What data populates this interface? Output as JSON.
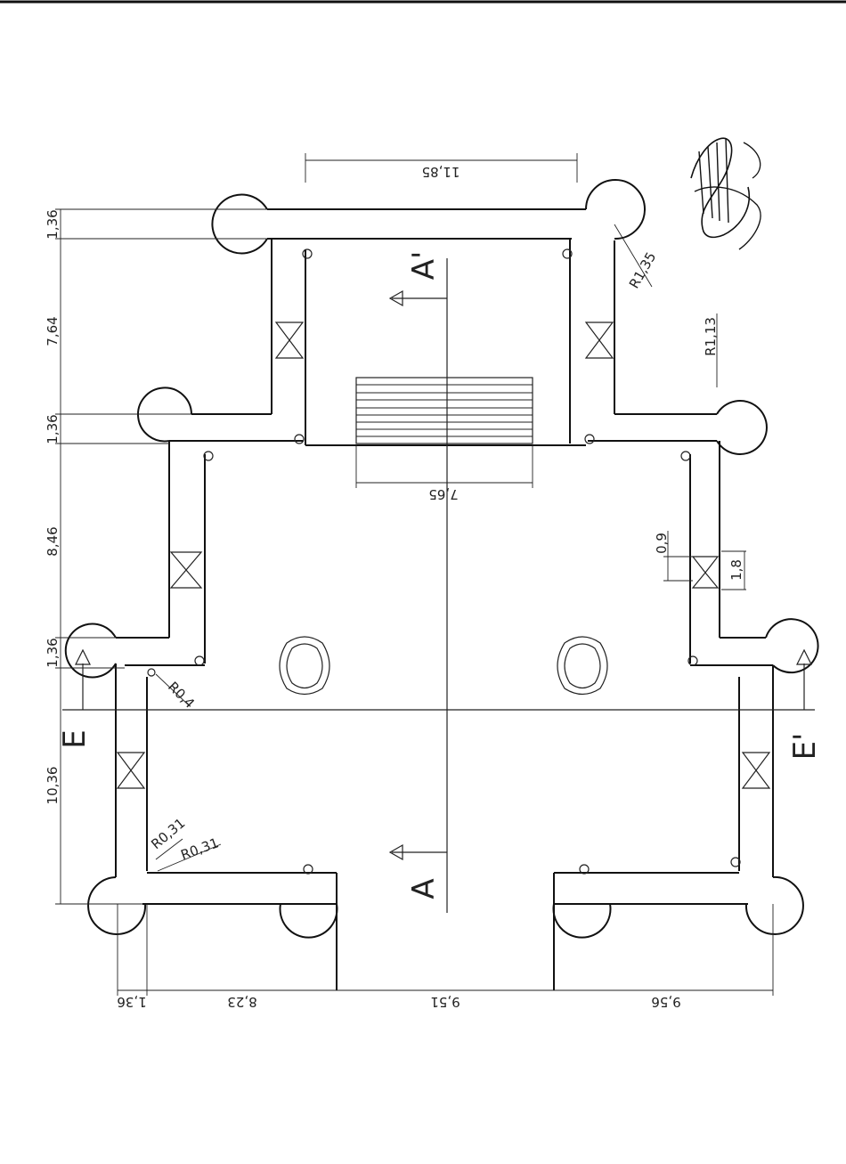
{
  "drawing": {
    "dimensions": {
      "top_width": "11,85",
      "stair_width": "7,65",
      "bottom_left_tower": "1,36",
      "bottom_left_wall": "8,23",
      "bottom_center": "9,51",
      "bottom_right": "9,56",
      "left_top_tower": "1,36",
      "left_upper_wing": "7,64",
      "left_mid_tower": "1,36",
      "left_middle": "8,46",
      "left_lower_tower": "1,36",
      "left_lower": "10,36",
      "radius_top_right": "R1,35",
      "radius_right": "R1,13",
      "radius_small_1": "R0,4",
      "radius_small_2": "R0,31",
      "radius_small_3": "R0,31",
      "door_width": "0,9",
      "door_depth": "1,8"
    },
    "section_marks": {
      "a": "A",
      "a_prime": "A'",
      "e": "E",
      "e_prime": "E'"
    }
  }
}
